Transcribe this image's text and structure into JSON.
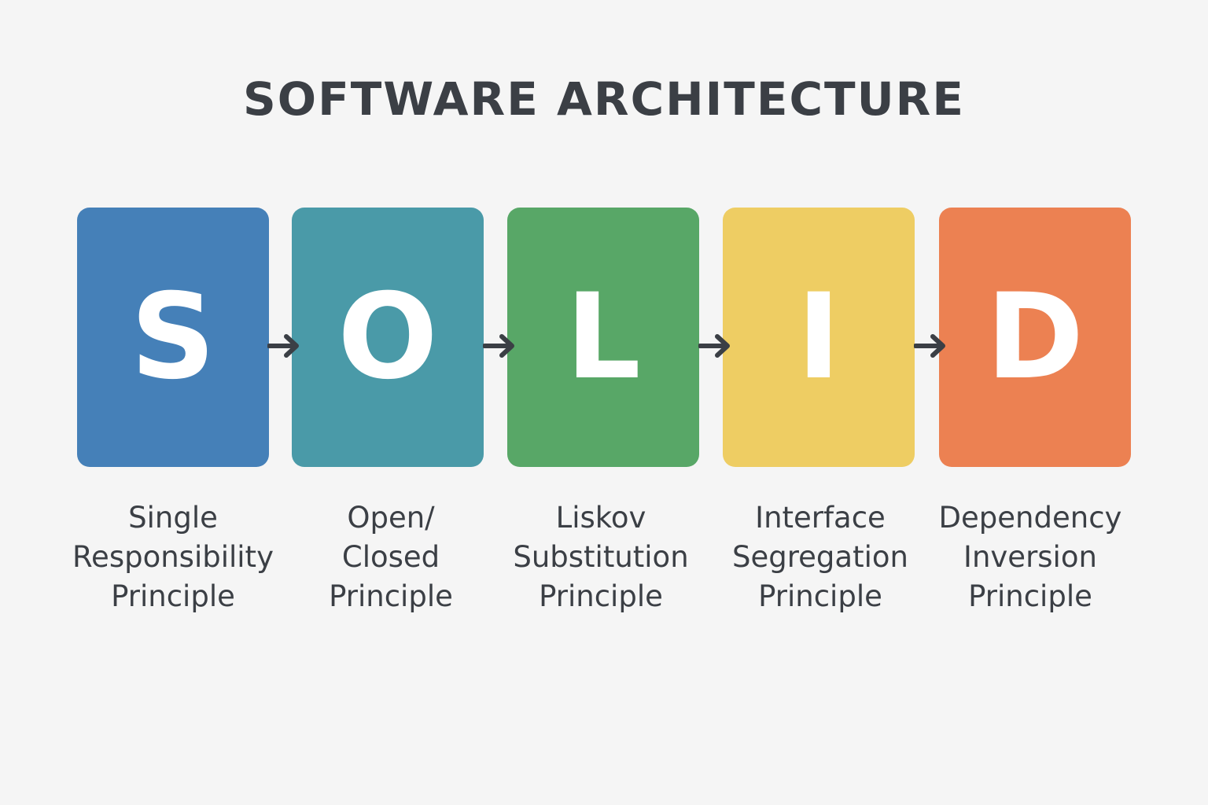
{
  "title": "SOFTWARE ARCHITECTURE",
  "principles": [
    {
      "letter": "S",
      "color": "#4580b8",
      "label_lines": [
        "Single",
        "Responsibility",
        "Principle"
      ]
    },
    {
      "letter": "O",
      "color": "#4a9aa8",
      "label_lines": [
        "Open/",
        "Closed",
        "Principle"
      ]
    },
    {
      "letter": "L",
      "color": "#58a767",
      "label_lines": [
        "Liskov",
        "Substitution",
        "Principle"
      ]
    },
    {
      "letter": "I",
      "color": "#eecd63",
      "label_lines": [
        "Interface",
        "Segregation",
        "Principle"
      ]
    },
    {
      "letter": "D",
      "color": "#ec8152",
      "label_lines": [
        "Dependency",
        "Inversion",
        "Principle"
      ]
    }
  ],
  "arrow_color": "#3b3f45",
  "arrow_icon": "arrow-right-icon"
}
